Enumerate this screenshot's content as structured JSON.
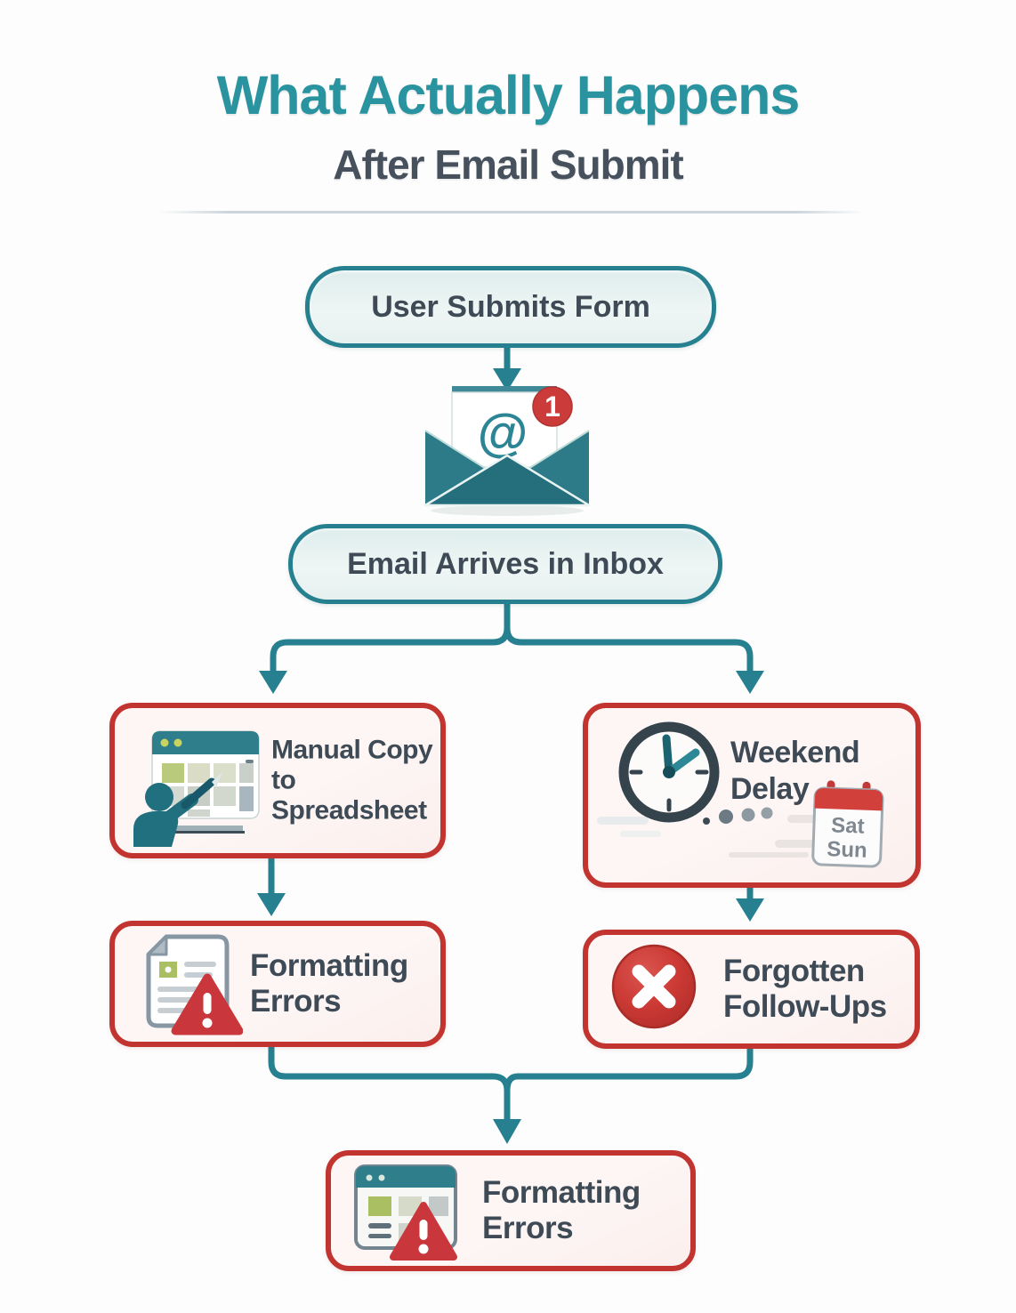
{
  "title": {
    "line1": "What Actually Happens",
    "line2": "After Email Submit"
  },
  "flow": {
    "submit_label": "User Submits Form",
    "inbox_label": "Email Arrives in Inbox",
    "manual_copy_label": "Manual Copy to Spreadsheet",
    "weekend_delay_label": "Weekend Delay",
    "formatting_errors_left_label": "Formatting Errors",
    "forgotten_followups_label": "Forgotten Follow-Ups",
    "formatting_errors_bottom_label": "Formatting Errors"
  },
  "email_icon": {
    "at_symbol": "@",
    "badge_count": "1"
  },
  "calendar": {
    "day1": "Sat",
    "day2": "Sun"
  },
  "icons": {
    "envelope": "open-envelope-with-at-symbol-and-unread-badge",
    "spreadsheet_person": "person-copying-data-to-spreadsheet",
    "clock": "clock-with-trailing-dots",
    "calendar": "weekend-calendar",
    "document_warning": "document-with-warning-triangle",
    "x_circle": "red-x-circle",
    "window_warning": "spreadsheet-window-with-warning-triangle"
  },
  "colors": {
    "teal_accent": "#2a93a0",
    "teal_line": "#26808f",
    "slate_text": "#3e4a55",
    "red_border": "#c2342f",
    "warning_red": "#c9373d",
    "badge_red": "#cb3b3a",
    "pill_fill": "#e8f3f2",
    "box_fill": "#fdf4f3"
  }
}
